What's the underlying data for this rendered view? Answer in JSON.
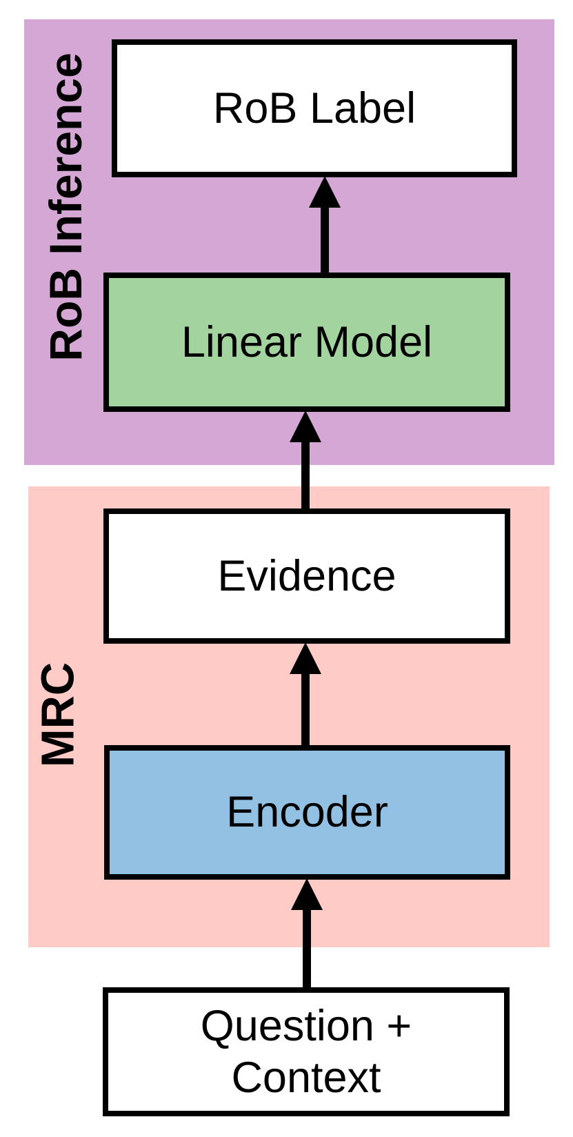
{
  "diagram": {
    "title": "RoB pipeline flow diagram",
    "flow_direction": "bottom-to-top",
    "colors": {
      "rob_inference_region": "#d4a7d4",
      "mrc_region": "#ffcbc6",
      "linear_model_fill": "#a3d39f",
      "encoder_fill": "#93c1e3",
      "plain_box_fill": "#ffffff",
      "border_and_arrows": "#000000"
    },
    "regions": {
      "rob_inference": {
        "label": "RoB Inference"
      },
      "mrc": {
        "label": "MRC"
      }
    },
    "nodes": {
      "rob_label": {
        "label": "RoB Label",
        "region": "RoB Inference"
      },
      "linear_model": {
        "label": "Linear Model",
        "region": "RoB Inference"
      },
      "evidence": {
        "label": "Evidence",
        "region": "MRC"
      },
      "encoder": {
        "label": "Encoder",
        "region": "MRC"
      },
      "question_context": {
        "label": "Question + Context",
        "line1": "Question +",
        "line2": "Context",
        "region": "none"
      }
    },
    "arrows": [
      {
        "from": "question_context",
        "to": "encoder",
        "direction": "up"
      },
      {
        "from": "encoder",
        "to": "evidence",
        "direction": "up"
      },
      {
        "from": "evidence",
        "to": "linear_model",
        "direction": "up"
      },
      {
        "from": "linear_model",
        "to": "rob_label",
        "direction": "up"
      }
    ]
  }
}
